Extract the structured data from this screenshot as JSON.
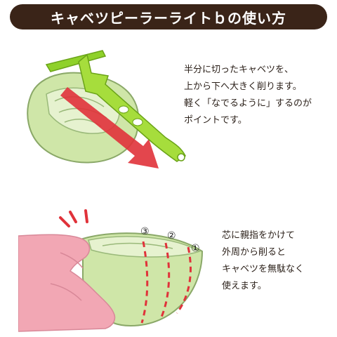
{
  "title": "キャベツピーラーライトｂの使い方",
  "step1": {
    "lines": [
      "半分に切ったキャベツを、",
      "上から下へ大きく削ります。",
      "軽く「なでるように」するのが",
      "ポイントです。"
    ]
  },
  "step2": {
    "lines": [
      "芯に親指をかけて",
      "外周から削ると",
      "キャベツを無駄なく",
      "使えます。"
    ],
    "markers": [
      "③",
      "②",
      "①"
    ]
  },
  "colors": {
    "title_bg": "#3a2418",
    "peeler": "#8fd12a",
    "arrow": "#e0323a",
    "cabbage": "#cfe6a8",
    "hand": "#f2a7b4",
    "cut_line": "#e0323a"
  }
}
